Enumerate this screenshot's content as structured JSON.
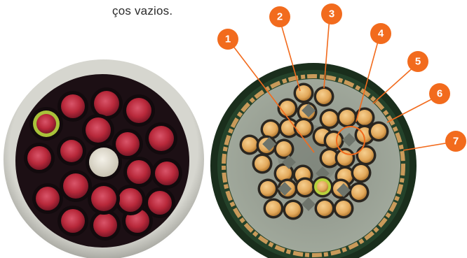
{
  "caption": {
    "text": "ços vazios."
  },
  "callouts": {
    "items": [
      {
        "num": "1"
      },
      {
        "num": "2"
      },
      {
        "num": "3"
      },
      {
        "num": "4"
      },
      {
        "num": "5"
      },
      {
        "num": "6"
      },
      {
        "num": "7"
      }
    ]
  },
  "colors": {
    "callout_orange": "#f26b1d",
    "outer_jacket": "#19331b",
    "inner_filler": "#98a194",
    "wire_tan": "#e2a85a",
    "photo_red": "#b8283a",
    "sheath_gray": "#c9c9c2"
  }
}
